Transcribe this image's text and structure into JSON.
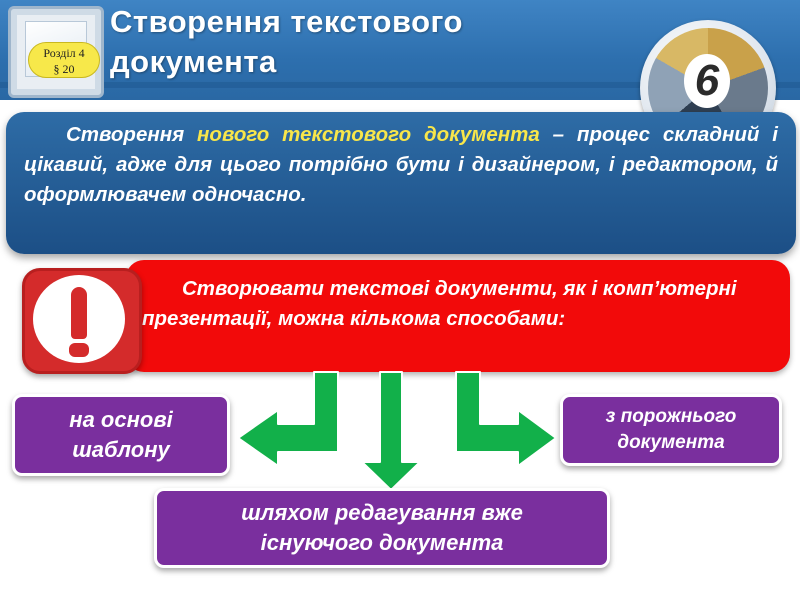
{
  "header": {
    "title_line1": "Створення текстового",
    "title_line2": "документа",
    "section_line1": "Розділ 4",
    "section_line2": "§ 20",
    "grade": "6"
  },
  "intro": {
    "before": "Створення ",
    "highlight": "нового текстового документа",
    "after": " – процес складний і цікавий, адже для цього потрібно бути і дизайнером, і редактором, й оформлювачем одночасно."
  },
  "methods": {
    "text": "Створювати текстові документи, як і комп’ютерні презентації, можна кількома способами:"
  },
  "options": {
    "template_line1": "на основі",
    "template_line2": "шаблону",
    "empty_line1": "з порожнього",
    "empty_line2": "документа",
    "edit_line1": "шляхом редагування вже",
    "edit_line2": "існуючого документа"
  },
  "colors": {
    "header_blue": "#3f84c4",
    "intro_blue": "#1c4f86",
    "highlight_yellow": "#f8e64a",
    "methods_red": "#f20a0a",
    "arrow_green": "#12b04a",
    "option_purple": "#7a2f9e"
  }
}
